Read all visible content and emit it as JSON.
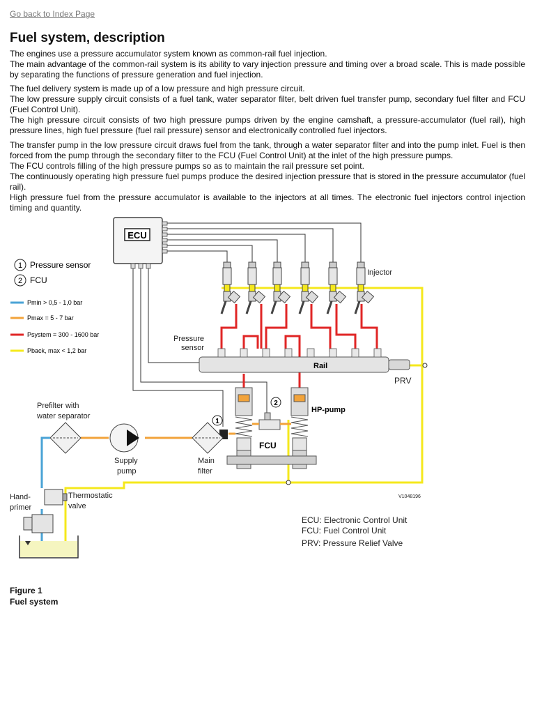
{
  "nav": {
    "back_link": "Go back to Index Page"
  },
  "title": "Fuel system, description",
  "paragraphs": [
    {
      "lines": [
        "The engines use a pressure accumulator system known as common-rail fuel injection.",
        "The main advantage of the common-rail system is its ability to vary injection pressure and timing over a broad scale. This is made possible by separating the functions of pressure generation and fuel injection."
      ]
    },
    {
      "lines": [
        "The fuel delivery system is made up of a low pressure and high pressure circuit.",
        "The low pressure supply circuit consists of a fuel tank, water separator filter, belt driven fuel transfer pump, secondary fuel filter and FCU (Fuel Control Unit).",
        "The high pressure circuit consists of two high pressure pumps driven by the engine camshaft, a pressure-accumulator (fuel rail), high pressure lines, high fuel pressure (fuel rail pressure) sensor and electronically controlled fuel injectors."
      ]
    },
    {
      "lines": [
        "The transfer pump in the low pressure circuit draws fuel from the tank, through a water separator filter and into the pump inlet. Fuel is then forced from the pump through the secondary filter to the FCU (Fuel Control Unit) at the inlet of the high pressure pumps.",
        "The FCU controls filling of the high pressure pumps so as to maintain the rail pressure set point.",
        "The continuously operating high pressure fuel pumps produce the desired injection pressure that is stored in the pressure accumulator (fuel rail).",
        "High pressure fuel from the pressure accumulator is available to the injectors at all times. The electronic fuel injectors control injection timing and quantity."
      ]
    }
  ],
  "diagram": {
    "ecu_label": "ECU",
    "callouts": [
      {
        "num": "1",
        "text": "Pressure sensor"
      },
      {
        "num": "2",
        "text": "FCU"
      }
    ],
    "legend": [
      {
        "color": "#4aa3d6",
        "text": "Pmin > 0,5 - 1,0 bar"
      },
      {
        "color": "#f2a33a",
        "text": "Pmax = 5 - 7 bar"
      },
      {
        "color": "#e02626",
        "text": "Psystem = 300 - 1600 bar"
      },
      {
        "color": "#f5ea1c",
        "text": "Pback, max < 1,2 bar"
      }
    ],
    "labels": {
      "injector": "Injector",
      "pressure_sensor_1": "Pressure",
      "pressure_sensor_2": "sensor",
      "rail": "Rail",
      "prv": "PRV",
      "hp_pump": "HP-pump",
      "fcu": "FCU",
      "prefilter_1": "Prefilter with",
      "prefilter_2": "water separator",
      "supply_pump_1": "Supply",
      "supply_pump_2": "pump",
      "main_filter_1": "Main",
      "main_filter_2": "filter",
      "hand_primer_1": "Hand-",
      "hand_primer_2": "primer",
      "thermostatic_1": "Thermostatic",
      "thermostatic_2": "valve",
      "code": "V1048196"
    },
    "abbreviations": [
      "ECU: Electronic Control Unit",
      "FCU: Fuel Control Unit",
      "PRV: Pressure Relief Valve"
    ]
  },
  "figure": {
    "number": "Figure 1",
    "caption": "Fuel system"
  }
}
